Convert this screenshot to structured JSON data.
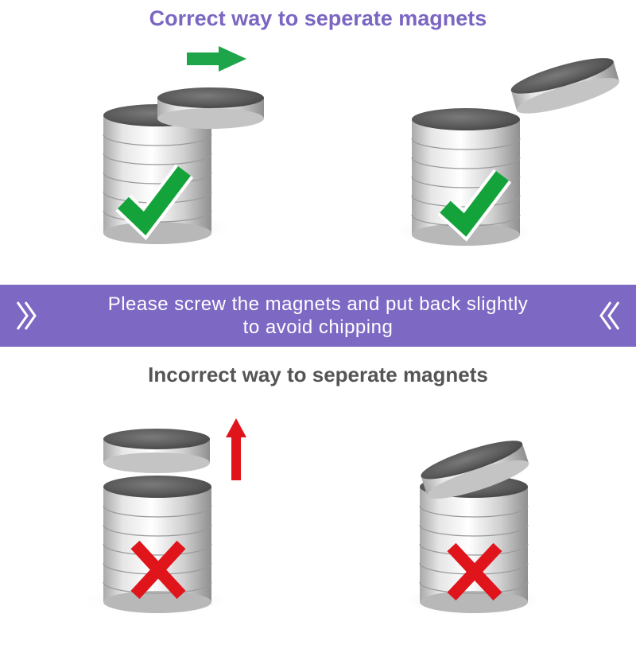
{
  "correct_title": "Correct way to seperate magnets",
  "banner": {
    "line1": "Please screw the magnets and put back slightly",
    "line2": "to avoid chipping"
  },
  "incorrect_title": "Incorrect way to seperate magnets",
  "icons": {
    "arrow_right": "arrow-right-icon",
    "arrow_up": "arrow-up-icon",
    "check": "check-icon",
    "cross": "cross-icon",
    "chevrons": "double-chevron-icon"
  },
  "colors": {
    "accent": "#7d68c4",
    "check": "#14a33a",
    "cross": "#e0141b",
    "up_arrow": "#e0141b",
    "right_arrow": "#1ea54a"
  }
}
